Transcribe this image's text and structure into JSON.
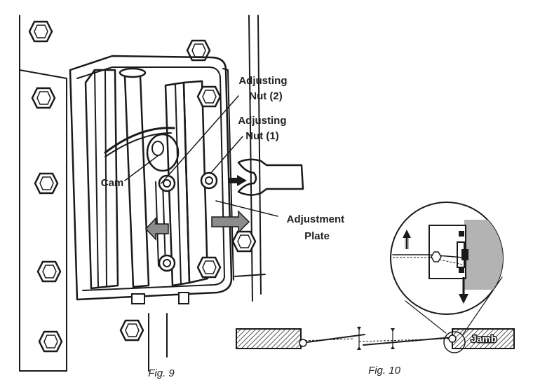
{
  "figures": [
    {
      "caption": "Fig. 9",
      "labels": {
        "adjusting_nut_2": [
          "Adjusting",
          "Nut (2)"
        ],
        "adjusting_nut_1": [
          "Adjusting",
          "Nut (1)"
        ],
        "cam": "Cam",
        "adjustment_plate": [
          "Adjustment",
          "Plate"
        ]
      }
    },
    {
      "caption": "Fig. 10",
      "labels": {
        "jamb": "Jamb"
      }
    }
  ],
  "colors": {
    "line": "#1a1a1a",
    "arrow_fill": "#8c8c8c",
    "hatch": "#555555",
    "shadow": "#b3b3b3"
  },
  "icons": [
    "hex-bolt-icon",
    "wrench-icon",
    "push-arrow-icon",
    "slide-arrow-icon",
    "rotation-arrow-icon"
  ]
}
